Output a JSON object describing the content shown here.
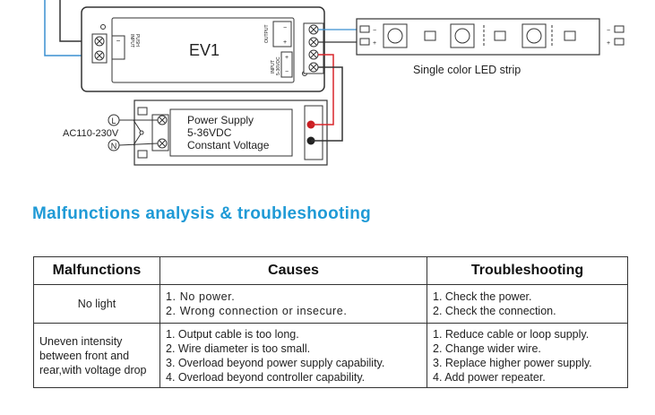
{
  "diagram": {
    "controller_name": "EV1",
    "input_terminal_label": "INPUT",
    "input_terminal_sub": "PUSH",
    "output_label": "OUTPUT",
    "input_power_label": "INPUT",
    "input_power_sub": "5-36VDC",
    "strip_caption": "Single color LED strip",
    "ac_label": "AC110-230V",
    "line_label": "L",
    "neutral_label": "N",
    "psu_line1": "Power Supply",
    "psu_line2": "5-36VDC",
    "psu_line3": "Constant Voltage",
    "plus_sign": "+",
    "minus_sign": "−",
    "wire_red": "#d9262b",
    "wire_blue": "#3a8fd0"
  },
  "section_title": "Malfunctions analysis & troubleshooting",
  "table": {
    "headers": [
      "Malfunctions",
      "Causes",
      "Troubleshooting"
    ],
    "rows": [
      {
        "malfunction": [
          "No light"
        ],
        "causes": [
          "1. No power.",
          "2. Wrong connection or insecure."
        ],
        "troubleshooting": [
          "1. Check the power.",
          "2. Check the connection."
        ]
      },
      {
        "malfunction": [
          "Uneven intensity",
          "between front and",
          "rear,with voltage drop"
        ],
        "causes": [
          "1. Output cable is too long.",
          "2. Wire diameter is too small.",
          "3. Overload beyond power supply capability.",
          "4. Overload beyond controller capability."
        ],
        "troubleshooting": [
          "1. Reduce cable or loop supply.",
          "2. Change wider wire.",
          "3. Replace higher power supply.",
          "4. Add power repeater."
        ]
      }
    ]
  }
}
